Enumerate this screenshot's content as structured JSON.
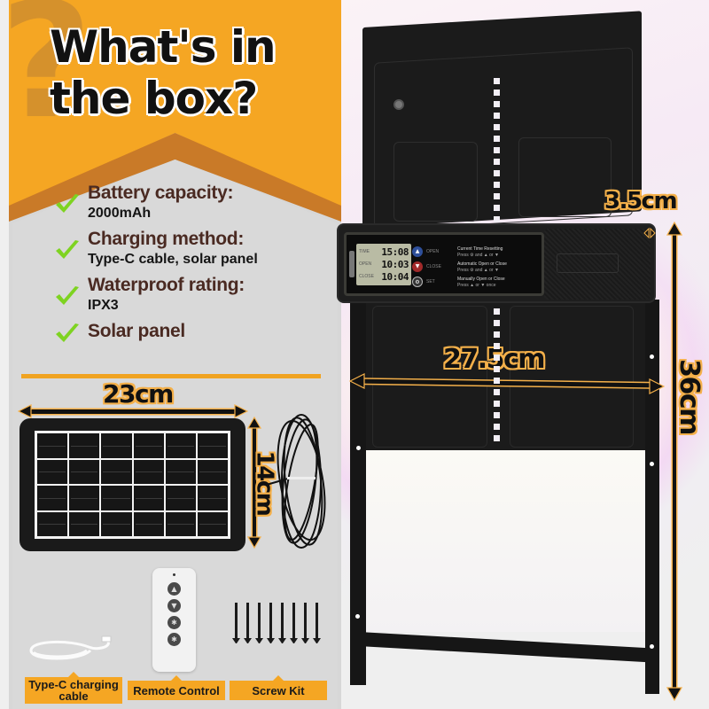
{
  "header": {
    "title_line1": "What's in",
    "title_line2": "the box?",
    "decor_glyph": "?"
  },
  "features": [
    {
      "title": "Battery capacity:",
      "value": "2000mAh",
      "icon": "check-icon"
    },
    {
      "title": "Charging method:",
      "value": "Type-C cable, solar panel",
      "icon": "check-icon"
    },
    {
      "title": "Waterproof rating:",
      "value": "IPX3",
      "icon": "check-icon"
    },
    {
      "title": "Solar panel",
      "value": "",
      "icon": "check-icon"
    }
  ],
  "solar_panel": {
    "width_label": "23cm",
    "height_label": "14cm",
    "cells_cols": 6,
    "cells_rows": 4
  },
  "items": [
    {
      "label": "Type-C charging cable"
    },
    {
      "label": "Remote Control"
    },
    {
      "label": "Screw Kit"
    }
  ],
  "remote_buttons": [
    "▲",
    "▼",
    "✱",
    "✱"
  ],
  "door": {
    "thickness_label": "3.5cm",
    "width_label": "27.5cm",
    "height_label": "36cm"
  },
  "controller": {
    "lcd": [
      {
        "label": "TIME",
        "value": "15:08"
      },
      {
        "label": "OPEN",
        "value": "10:03"
      },
      {
        "label": "CLOSE",
        "value": "10:04"
      }
    ],
    "buttons": [
      {
        "label": "OPEN",
        "symbol": "▲",
        "color": "#2e4f9a"
      },
      {
        "label": "CLOSE",
        "symbol": "▼",
        "color": "#a22a2a"
      },
      {
        "label": "SET",
        "symbol": "⚙",
        "color": "#333333"
      }
    ],
    "help": [
      {
        "title": "Current Time Resetting",
        "sub": "Press ⚙ and ▲ or ▼"
      },
      {
        "title": "Automatic Open or Close",
        "sub": "Press ⚙ and ▲ or ▼"
      },
      {
        "title": "Manually Open or Close",
        "sub": "Press ▲ or ▼ once"
      }
    ]
  },
  "colors": {
    "orange": "#f5a623",
    "orange_dark": "#c97a28",
    "panel_gray": "#d9d9d9",
    "check_green": "#7ed321",
    "text_brown": "#4a2a22"
  }
}
